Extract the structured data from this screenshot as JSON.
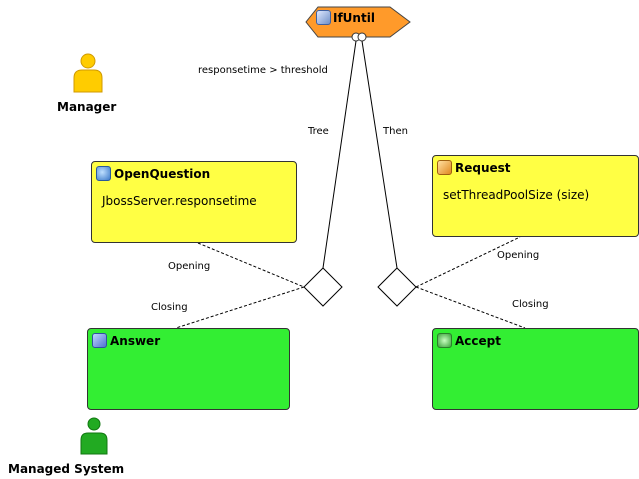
{
  "roles": {
    "manager": "Manager",
    "managed_system": "Managed System"
  },
  "ifuntil": {
    "title": "IfUntil",
    "condition": "responsetime > threshold",
    "branch_left": "Tree",
    "branch_right": "Then"
  },
  "open_question": {
    "title": "OpenQuestion",
    "body": "JbossServer.responsetime"
  },
  "request": {
    "title": "Request",
    "body": "setThreadPoolSize (size)"
  },
  "answer": {
    "title": "Answer"
  },
  "accept": {
    "title": "Accept"
  },
  "connectors": {
    "left_opening": "Opening",
    "left_closing": "Closing",
    "right_opening": "Opening",
    "right_closing": "Closing"
  },
  "colors": {
    "ifuntil_fill": "#ff9a2a",
    "yellow_box": "#ffff44",
    "green_box": "#33ee33",
    "manager_actor": "#ffcc00",
    "system_actor": "#22aa22"
  }
}
